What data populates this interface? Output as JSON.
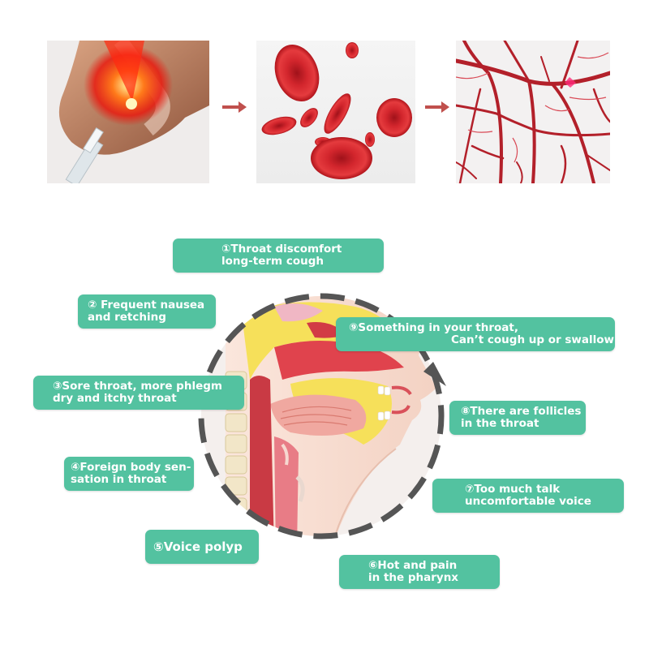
{
  "colors": {
    "label_bg": "#53c2a0",
    "label_text": "#ffffff",
    "arrow": "#c0504d",
    "cycle_arrow": "#555555"
  },
  "top_panels": [
    {
      "name": "nasal-laser-therapy"
    },
    {
      "name": "red-blood-cells"
    },
    {
      "name": "blood-vessels"
    }
  ],
  "labels": [
    {
      "id": "1",
      "lines": [
        "①Throat discomfort",
        "long-term cough"
      ]
    },
    {
      "id": "2",
      "lines": [
        "② Frequent nausea",
        "and retching"
      ]
    },
    {
      "id": "3",
      "lines": [
        "③Sore throat, more phlegm",
        "dry and itchy throat"
      ]
    },
    {
      "id": "4",
      "lines": [
        "④Foreign body sen-",
        "sation in throat"
      ]
    },
    {
      "id": "5",
      "lines": [
        "⑤Voice polyp"
      ]
    },
    {
      "id": "6",
      "lines": [
        "⑥Hot and pain",
        "in the pharynx"
      ]
    },
    {
      "id": "7",
      "lines": [
        "⑦Too much talk",
        "uncomfortable voice"
      ]
    },
    {
      "id": "8",
      "lines": [
        "⑧There are follicles",
        "in the throat"
      ]
    },
    {
      "id": "9",
      "lines": [
        "⑨Something in your throat,",
        "Can’t cough up or swallow"
      ]
    }
  ]
}
